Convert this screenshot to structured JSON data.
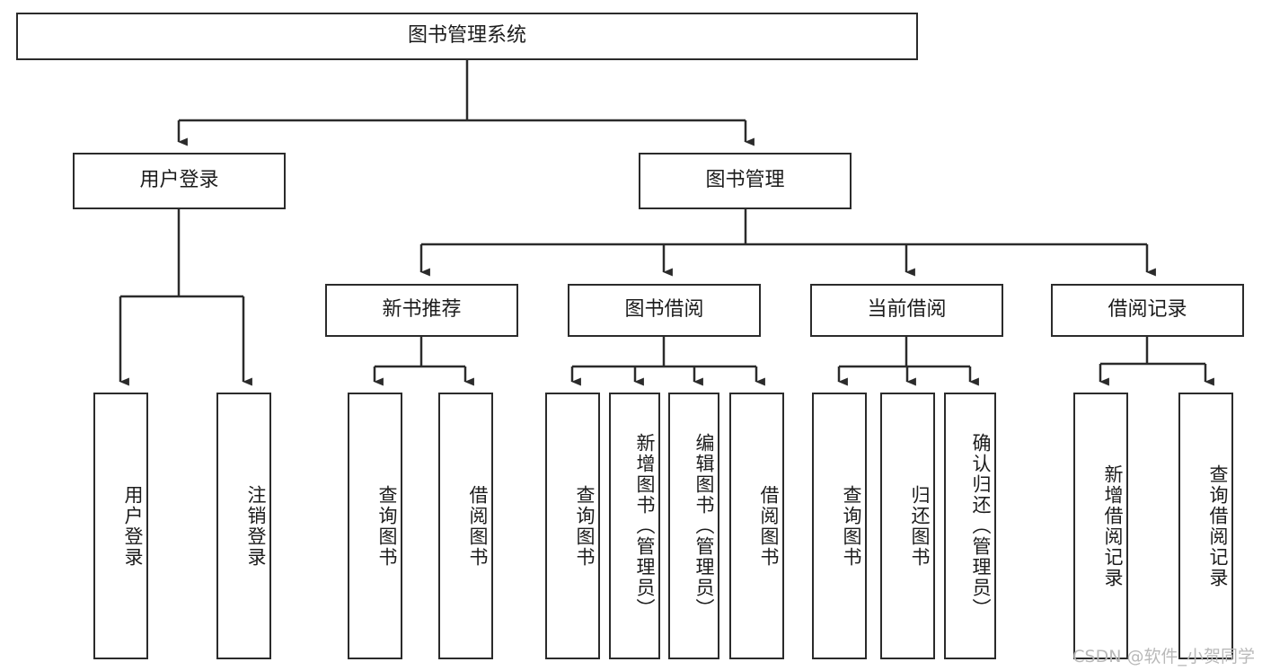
{
  "diagram": {
    "type": "tree-hierarchy",
    "title": "图书管理系统",
    "orientation": "top-down",
    "colors": {
      "box_border": "#2b2b2b",
      "box_fill": "#ffffff",
      "edge": "#2b2b2b",
      "text": "#1c1c1c",
      "watermark": "#b9b9b9"
    }
  },
  "root": {
    "label": "图书管理系统"
  },
  "level2": [
    {
      "label": "用户登录"
    },
    {
      "label": "图书管理"
    }
  ],
  "level3": [
    {
      "label": "新书推荐"
    },
    {
      "label": "图书借阅"
    },
    {
      "label": "当前借阅"
    },
    {
      "label": "借阅记录"
    }
  ],
  "leaves": {
    "user_login": [
      {
        "label": "用户登录"
      },
      {
        "label": "注销登录"
      }
    ],
    "new_book_recommend": [
      {
        "label": "查询图书"
      },
      {
        "label": "借阅图书"
      }
    ],
    "book_borrow": [
      {
        "label": "查询图书"
      },
      {
        "label": "新增图书（管理员）"
      },
      {
        "label": "编辑图书（管理员）"
      },
      {
        "label": "借阅图书"
      }
    ],
    "current_borrow": [
      {
        "label": "查询图书"
      },
      {
        "label": "归还图书"
      },
      {
        "label": "确认归还（管理员）"
      }
    ],
    "borrow_record": [
      {
        "label": "新增借阅记录"
      },
      {
        "label": "查询借阅记录"
      }
    ]
  },
  "watermark": {
    "text": "CSDN @软件_小贺同学"
  }
}
